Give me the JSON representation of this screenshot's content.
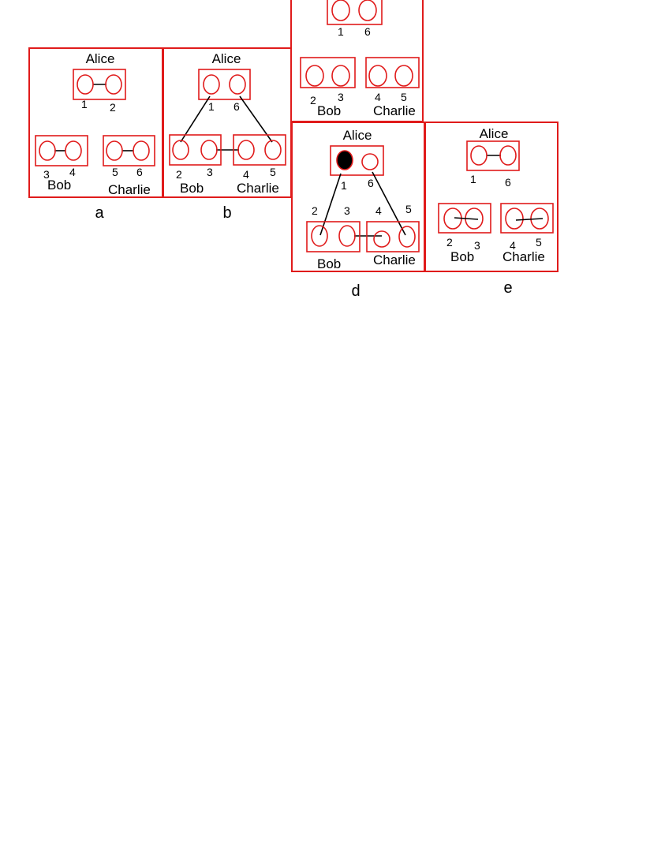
{
  "colors": {
    "frame": "#e01b1b",
    "bond": "#000000",
    "measured": "#000000"
  },
  "panels": {
    "a": {
      "label": "a",
      "top_name": "Alice",
      "left_name": "Bob",
      "right_name": "Charlie",
      "nums": [
        "1",
        "2",
        "3",
        "4",
        "5",
        "6"
      ]
    },
    "b": {
      "label": "b",
      "top_name": "Alice",
      "left_name": "Bob",
      "right_name": "Charlie",
      "nums": [
        "1",
        "6",
        "2",
        "3",
        "4",
        "5"
      ]
    },
    "c": {
      "left_name": "Bob",
      "right_name": "Charlie",
      "nums": [
        "1",
        "6",
        "2",
        "3",
        "4",
        "5"
      ]
    },
    "d": {
      "label": "d",
      "top_name": "Alice",
      "left_name": "Bob",
      "right_name": "Charlie",
      "nums": [
        "1",
        "6",
        "2",
        "3",
        "4",
        "5"
      ]
    },
    "e": {
      "label": "e",
      "top_name": "Alice",
      "left_name": "Bob",
      "right_name": "Charlie",
      "nums": [
        "1",
        "6",
        "2",
        "3",
        "4",
        "5"
      ]
    }
  }
}
